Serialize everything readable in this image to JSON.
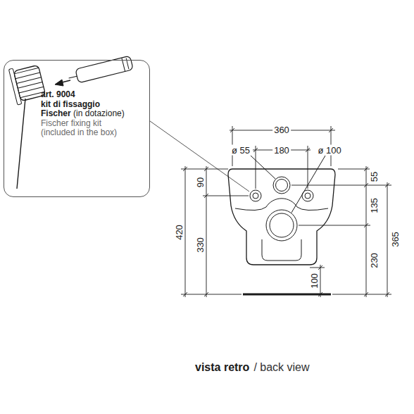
{
  "diagram": {
    "nodes": [
      {
        "text": [
          "art. 9004",
          "kit di fissaggio",
          "Fischer",
          "(in dotazione)",
          "Fischer fixing kit",
          "(included in the box)"
        ]
      }
    ],
    "labels": [
      "360",
      "ø 55",
      "180",
      "ø 100",
      "420",
      "90",
      "330",
      "55",
      "135",
      "230",
      "365",
      "100",
      "vista retro",
      "/ back view"
    ]
  }
}
